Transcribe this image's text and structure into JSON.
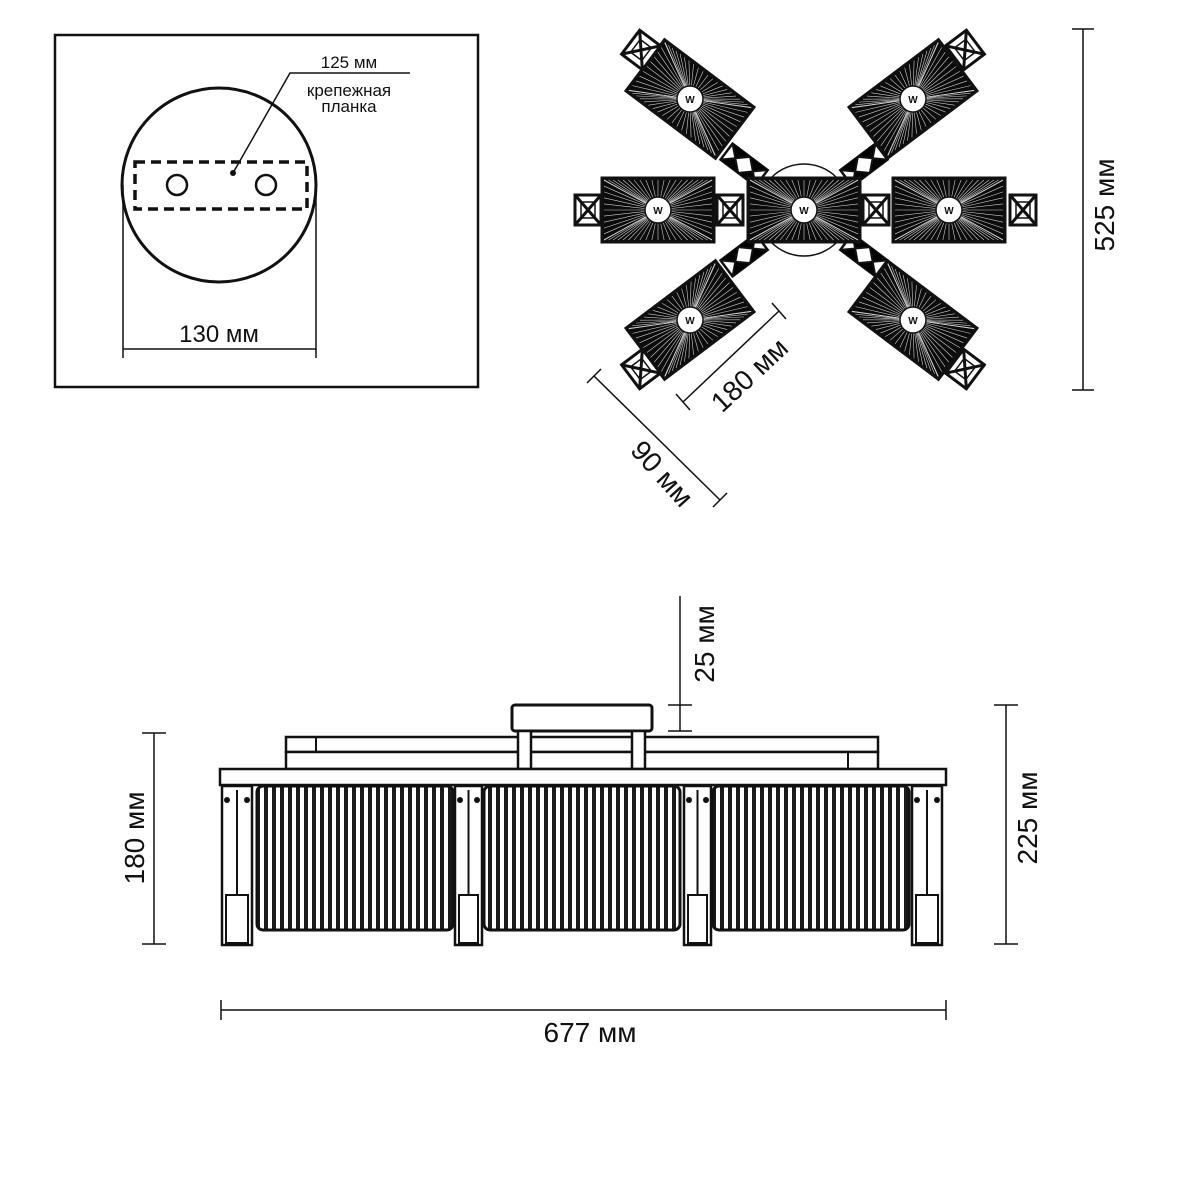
{
  "mount_detail": {
    "bar_width": "125 мм",
    "bar_caption_line1": "крепежная",
    "bar_caption_line2": "планка",
    "canopy_diameter": "130 мм"
  },
  "top_view": {
    "shade_letter": "W",
    "overall_depth": "525 мм",
    "shade_length": "180 мм",
    "shade_width": "90 мм"
  },
  "front_view": {
    "canopy_height": "25 мм",
    "shade_height": "180 мм",
    "overall_height": "225 мм",
    "overall_width": "677 мм"
  }
}
